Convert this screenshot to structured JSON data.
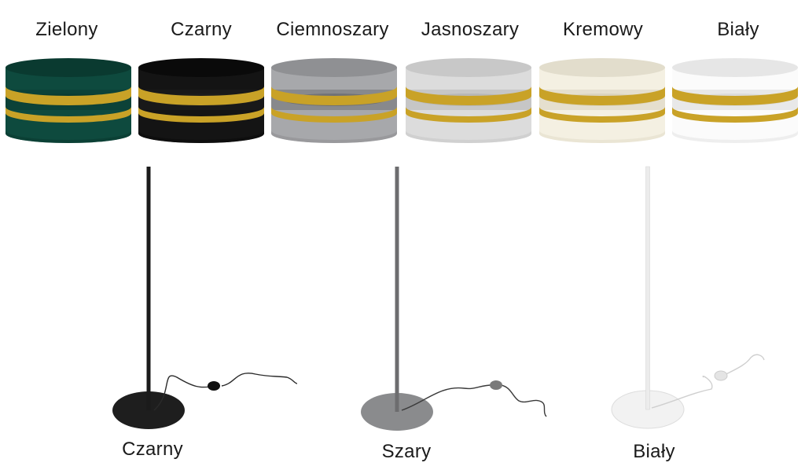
{
  "shades": [
    {
      "label": "Zielony",
      "color": "#0e4a3e",
      "rim": "#0a3a30",
      "inner": "#0b3d33"
    },
    {
      "label": "Czarny",
      "color": "#141414",
      "rim": "#0a0a0a",
      "inner": "#1e1e1e"
    },
    {
      "label": "Ciemnoszary",
      "color": "#a7a8ab",
      "rim": "#8f9093",
      "inner": "#6f7073"
    },
    {
      "label": "Jasnoszary",
      "color": "#dcdcdc",
      "rim": "#c8c8c8",
      "inner": "#b5b5b5"
    },
    {
      "label": "Kremowy",
      "color": "#f4f0e2",
      "rim": "#e2ddcc",
      "inner": "#d8d2bd"
    },
    {
      "label": "Biały",
      "color": "#fbfbfb",
      "rim": "#e6e6e6",
      "inner": "#d9d9d9"
    }
  ],
  "gold": "#c9a227",
  "bases": [
    {
      "label": "Czarny",
      "pole": "#1b1b1b",
      "base": "#1e1e1e",
      "cable": "#2a2a2a",
      "switch": "#111111"
    },
    {
      "label": "Szary",
      "pole": "#6d6d6f",
      "base": "#8a8b8d",
      "cable": "#3a3a3a",
      "switch": "#7a7a7a"
    },
    {
      "label": "Biały",
      "pole": "#ececec",
      "base": "#f2f2f2",
      "cable": "#cfcfcf",
      "switch": "#e4e4e4"
    }
  ]
}
